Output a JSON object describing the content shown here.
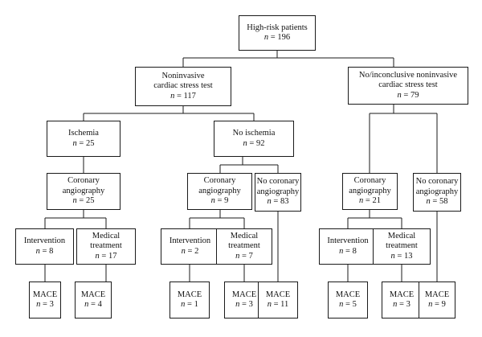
{
  "nodes": {
    "root": {
      "lines": [
        "High-risk patients"
      ],
      "n": "196"
    },
    "stress_test": {
      "lines": [
        "Noninvasive",
        "cardiac stress test"
      ],
      "n": "117"
    },
    "no_stress_test": {
      "lines": [
        "No/inconclusive noninvasive",
        "cardiac stress test"
      ],
      "n": "79"
    },
    "ischemia": {
      "lines": [
        "Ischemia"
      ],
      "n": "25"
    },
    "no_ischemia": {
      "lines": [
        "No ischemia"
      ],
      "n": "92"
    },
    "isch_angio": {
      "lines": [
        "Coronary",
        "angiography"
      ],
      "n": "25"
    },
    "noisch_angio": {
      "lines": [
        "Coronary",
        "angiography"
      ],
      "n": "9"
    },
    "noisch_no_angio": {
      "lines": [
        "No coronary",
        "angiography"
      ],
      "n": "83"
    },
    "ns_angio": {
      "lines": [
        "Coronary",
        "angiography"
      ],
      "n": "21"
    },
    "ns_no_angio": {
      "lines": [
        "No coronary",
        "angiography"
      ],
      "n": "58"
    },
    "isch_interv": {
      "lines": [
        "Intervention"
      ],
      "n": "8"
    },
    "isch_medical": {
      "lines": [
        "Medical",
        "treatment"
      ],
      "n": "17"
    },
    "noisch_interv": {
      "lines": [
        "Intervention"
      ],
      "n": "2"
    },
    "noisch_medical": {
      "lines": [
        "Medical",
        "treatment"
      ],
      "n": "7"
    },
    "ns_interv": {
      "lines": [
        "Intervention"
      ],
      "n": "8"
    },
    "ns_medical": {
      "lines": [
        "Medical",
        "treatment"
      ],
      "n": "13"
    },
    "mace_1": {
      "lines": [
        "MACE"
      ],
      "n": "3"
    },
    "mace_2": {
      "lines": [
        "MACE"
      ],
      "n": "4"
    },
    "mace_3": {
      "lines": [
        "MACE"
      ],
      "n": "1"
    },
    "mace_4": {
      "lines": [
        "MACE"
      ],
      "n": "3"
    },
    "mace_5": {
      "lines": [
        "MACE"
      ],
      "n": "11"
    },
    "mace_6": {
      "lines": [
        "MACE"
      ],
      "n": "5"
    },
    "mace_7": {
      "lines": [
        "MACE"
      ],
      "n": "3"
    },
    "mace_8": {
      "lines": [
        "MACE"
      ],
      "n": "9"
    }
  },
  "n_prefix": "n",
  "n_separator": " = ",
  "colors": {
    "border": "#1a1a1a",
    "text": "#111111",
    "background": "#ffffff"
  }
}
